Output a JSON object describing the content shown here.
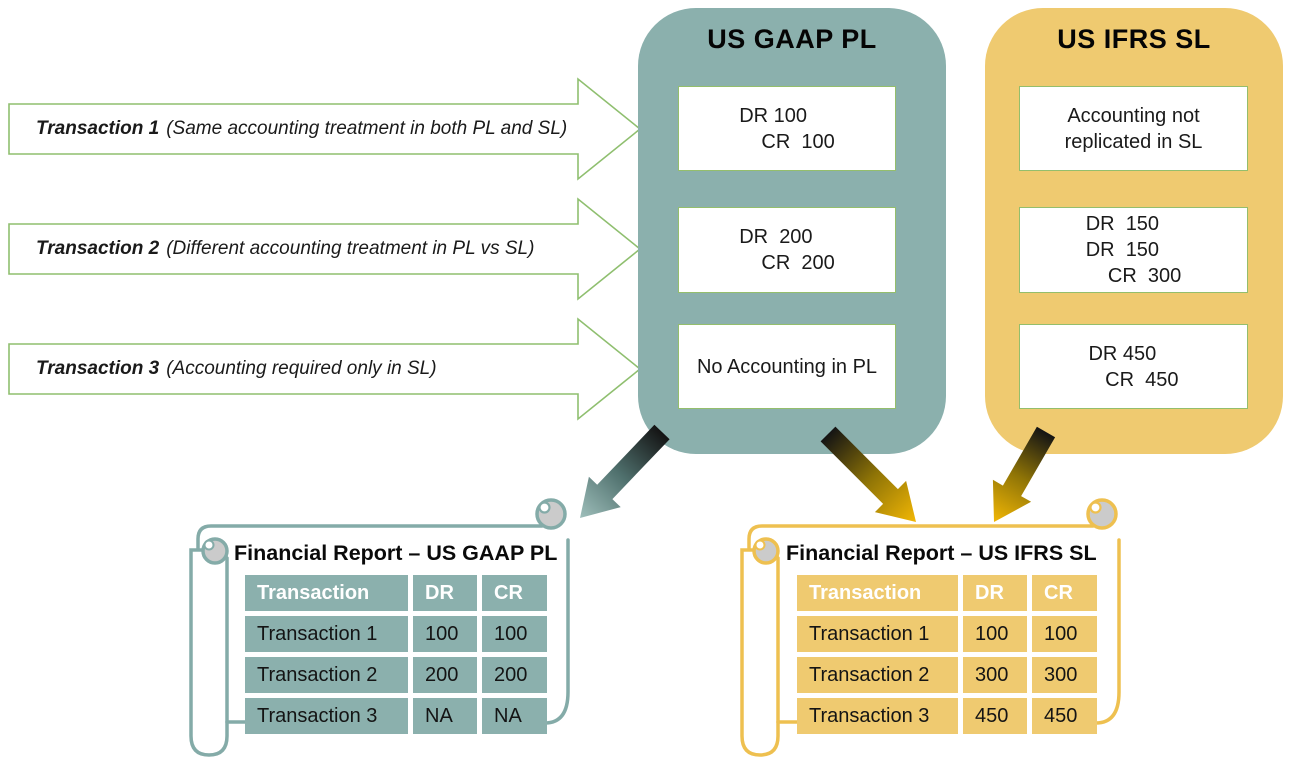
{
  "palette": {
    "teal_fill": "#8BB0AD",
    "teal_outline": "#84ABA8",
    "gold_fill": "#EFCA70",
    "gold_outline": "#EEC050",
    "gold_arrow": "#F2B705",
    "green_outline": "#8FBF6F",
    "arrow_tail_dark": "#141414",
    "curl_grey": "#CBCBCB"
  },
  "transaction_arrows": [
    {
      "name": "Transaction 1",
      "note": "(Same accounting treatment in both PL and SL)"
    },
    {
      "name": "Transaction 2",
      "note": "(Different accounting treatment in PL vs SL)"
    },
    {
      "name": "Transaction 3",
      "note": "(Accounting required only in SL)"
    }
  ],
  "ledgers": {
    "gaap": {
      "title": "US GAAP PL",
      "entries": [
        {
          "lines": [
            "DR 100",
            "    CR  100"
          ]
        },
        {
          "lines": [
            "DR  200",
            "    CR  200"
          ]
        },
        {
          "lines": [
            "No Accounting in PL"
          ]
        }
      ]
    },
    "ifrs": {
      "title": "US IFRS SL",
      "entries": [
        {
          "lines": [
            "Accounting not",
            "replicated in SL"
          ]
        },
        {
          "lines": [
            "DR  150",
            "DR  150",
            "    CR  300"
          ]
        },
        {
          "lines": [
            "DR 450",
            "   CR  450"
          ]
        }
      ]
    }
  },
  "reports": {
    "gaap": {
      "title": "Financial Report – US GAAP PL",
      "columns": [
        "Transaction",
        "DR",
        "CR"
      ],
      "rows": [
        [
          "Transaction 1",
          "100",
          "100"
        ],
        [
          "Transaction 2",
          "200",
          "200"
        ],
        [
          "Transaction 3",
          "NA",
          "NA"
        ]
      ]
    },
    "ifrs": {
      "title": "Financial Report – US IFRS SL",
      "columns": [
        "Transaction",
        "DR",
        "CR"
      ],
      "rows": [
        [
          "Transaction 1",
          "100",
          "100"
        ],
        [
          "Transaction 2",
          "300",
          "300"
        ],
        [
          "Transaction 3",
          "450",
          "450"
        ]
      ]
    }
  }
}
